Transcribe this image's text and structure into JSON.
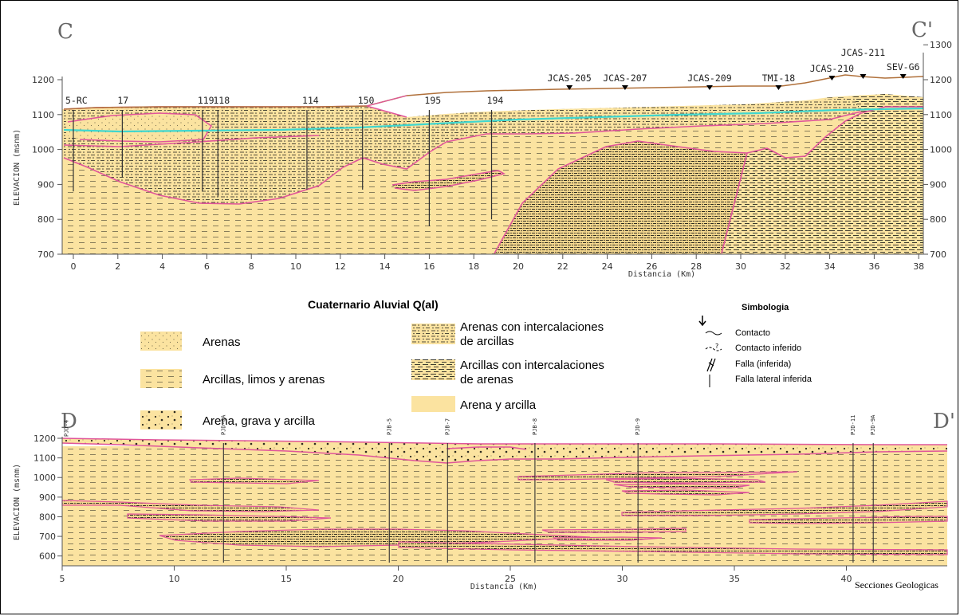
{
  "upper": {
    "corner_left": "C",
    "corner_right": "C'",
    "ylabel": "ELEVACION (msnm)",
    "xlabel": "Distancia (Km)",
    "x_ticks": [
      "0",
      "2",
      "4",
      "6",
      "8",
      "10",
      "12",
      "14",
      "16",
      "18",
      "20",
      "22",
      "24",
      "26",
      "28",
      "30",
      "32",
      "34",
      "36",
      "38"
    ],
    "y_ticks_left": [
      "700",
      "800",
      "900",
      "1000",
      "1100",
      "1200"
    ],
    "y_ticks_right": [
      "700",
      "800",
      "900",
      "1000",
      "1100",
      "1200",
      "1300"
    ],
    "wells": [
      {
        "label": "5-RC",
        "km": 0
      },
      {
        "label": "17",
        "km": 2.2
      },
      {
        "label": "119",
        "km": 5.8
      },
      {
        "label": "118",
        "km": 6.5
      },
      {
        "label": "114",
        "km": 10.5
      },
      {
        "label": "150",
        "km": 13
      },
      {
        "label": "195",
        "km": 16
      },
      {
        "label": "194",
        "km": 18.8
      }
    ],
    "surface_points": [
      {
        "label": "JCAS-205",
        "km": 22.3
      },
      {
        "label": "JCAS-207",
        "km": 24.8
      },
      {
        "label": "JCAS-209",
        "km": 28.6
      },
      {
        "label": "TMI-18",
        "km": 31.7
      },
      {
        "label": "JCAS-210",
        "km": 34.1
      },
      {
        "label": "JCAS-211",
        "km": 35.5
      },
      {
        "label": "SEV-G6",
        "km": 37.3
      }
    ]
  },
  "legend": {
    "title": "Cuaternario Aluvial Q(al)",
    "items": [
      {
        "label": "Arenas"
      },
      {
        "label": "Arcillas, limos y arenas"
      },
      {
        "label": "Arena, grava y arcilla"
      },
      {
        "label": "Arenas con intercalaciones",
        "label2": "de arcillas"
      },
      {
        "label": "Arcillas con intercalaciones",
        "label2": "de arenas"
      },
      {
        "label": "Arena y arcilla"
      }
    ],
    "symbology_title": "Simbologia",
    "symbology": [
      {
        "label": "Contacto"
      },
      {
        "label": "Contacto inferido"
      },
      {
        "label": "Falla (inferida)"
      },
      {
        "label": "Falla lateral inferida"
      }
    ]
  },
  "lower": {
    "corner_left": "D",
    "corner_right": "D'",
    "ylabel": "ELEVACION (msnm)",
    "xlabel": "Distancia (Km)",
    "x_ticks": [
      "5",
      "10",
      "15",
      "20",
      "25",
      "30",
      "35",
      "40"
    ],
    "y_ticks": [
      "600",
      "700",
      "800",
      "900",
      "1000",
      "1100",
      "1200"
    ],
    "wells": [
      {
        "label": "PJD-4",
        "km": 5.2
      },
      {
        "label": "PJD-6A",
        "km": 12.2
      },
      {
        "label": "PJB-5",
        "km": 19.6
      },
      {
        "label": "PJB-7",
        "km": 22.2
      },
      {
        "label": "PJB-8",
        "km": 26.1
      },
      {
        "label": "PJD-9",
        "km": 30.7
      },
      {
        "label": "PJD-11",
        "km": 40.3
      },
      {
        "label": "PJD-9A",
        "km": 41.2
      }
    ]
  },
  "footer": "Secciones Geologicas",
  "colors": {
    "fill": "#fbe3a0",
    "contact": "#e0559a",
    "water": "#3fd7cf",
    "pattern": "#4b4b3b"
  }
}
